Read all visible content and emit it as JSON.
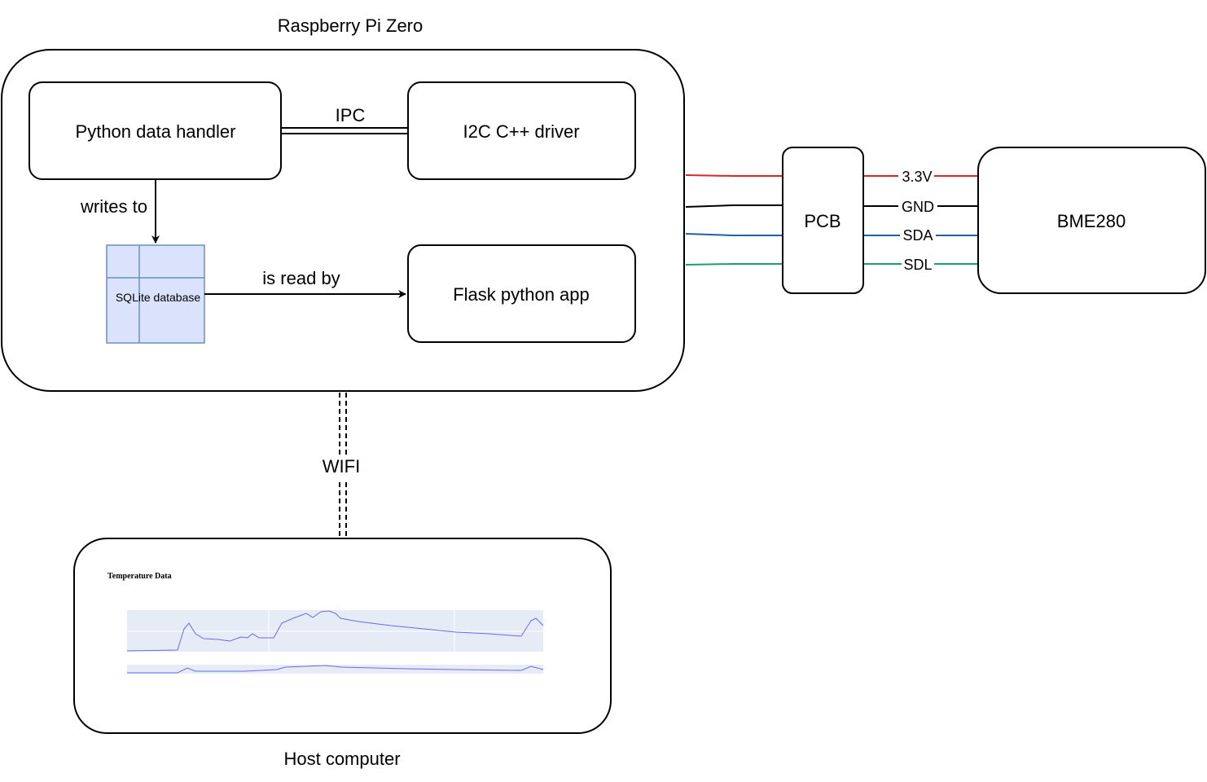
{
  "raspberry": {
    "title": "Raspberry Pi Zero"
  },
  "nodes": {
    "python_handler": "Python data handler",
    "i2c_driver": "I2C C++ driver",
    "sqlite": "SQLite database",
    "flask": "Flask python app",
    "pcb": "PCB",
    "bme280": "BME280"
  },
  "edges": {
    "ipc": "IPC",
    "writes_to": "writes to",
    "is_read_by": "is read by",
    "wifi": "WIFI"
  },
  "wires": [
    {
      "label": "3.3V",
      "color": "#d62728"
    },
    {
      "label": "GND",
      "color": "#000000"
    },
    {
      "label": "SDA",
      "color": "#1f5fa6"
    },
    {
      "label": "SDL",
      "color": "#1a9e6b"
    }
  ],
  "host": {
    "title": "Host computer",
    "screenshot_title": "Temperature Data",
    "chart_color": "#6a6ae6"
  }
}
